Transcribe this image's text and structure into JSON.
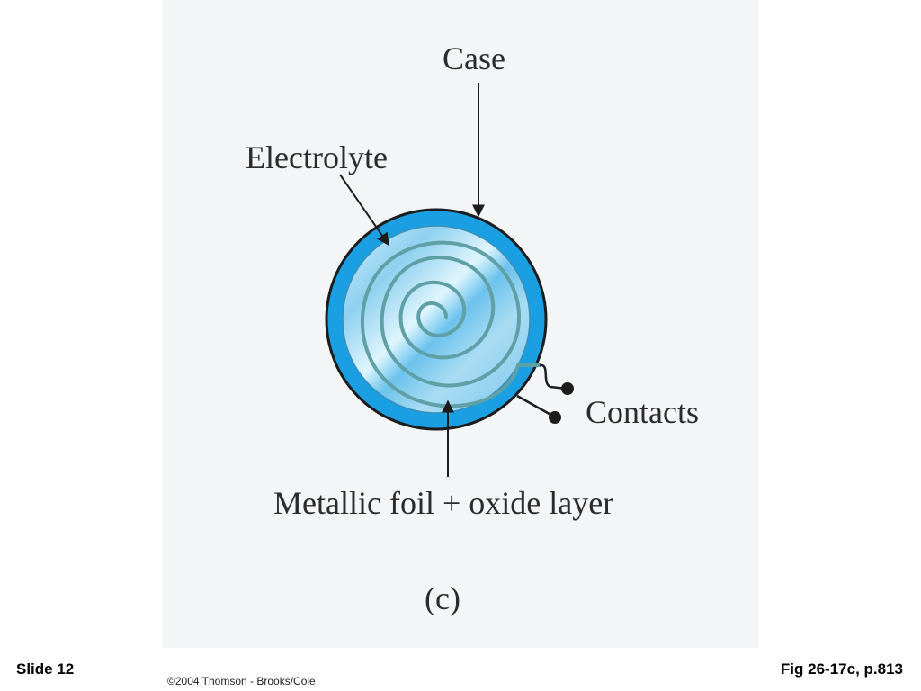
{
  "diagram": {
    "labels": {
      "case": "Case",
      "electrolyte": "Electrolyte",
      "contacts": "Contacts",
      "foil": "Metallic foil + oxide layer",
      "panel": "(c)"
    },
    "colors": {
      "case": "#1a9fe3",
      "electrolyte": "#8fd0ef",
      "foil": "#5f9fa6",
      "outline": "#1c1c1c",
      "arrow": "#1c1c1c"
    }
  },
  "footer": {
    "slide": "Slide 12",
    "copyright": "©2004 Thomson - Brooks/Cole",
    "figure_ref": "Fig 26-17c, p.813"
  }
}
